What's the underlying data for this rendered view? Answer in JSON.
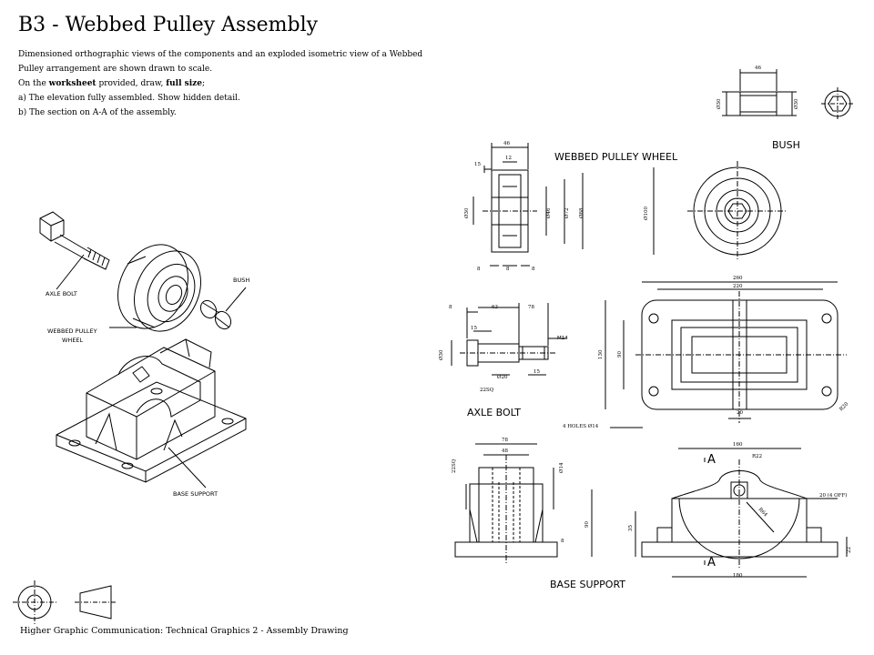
{
  "title": "B3 - Webbed Pulley Assembly",
  "intro": {
    "line1": "Dimensioned orthographic views of the components and an exploded isometric view of a Webbed",
    "line2": "Pulley arrangement are shown drawn to scale.",
    "line3_pre": "On the ",
    "line3_b1": "worksheet",
    "line3_mid": " provided, draw, ",
    "line3_b2": "full size",
    "line3_post": ";",
    "line4": "a) The elevation fully assembled. Show hidden detail.",
    "line5": "b) The section on A-A of the assembly."
  },
  "footer": "Higher Graphic Communication: Technical Graphics 2 - Assembly Drawing",
  "iso": {
    "axle_bolt": "AXLE BOLT",
    "wheel_1": "WEBBED PULLEY",
    "wheel_2": "WHEEL",
    "bush": "BUSH",
    "base": "BASE SUPPORT"
  },
  "views": {
    "wheel": "WEBBED PULLEY WHEEL",
    "bush": "BUSH",
    "axle": "AXLE BOLT",
    "base": "BASE SUPPORT"
  },
  "dims": {
    "wheel": {
      "d46": "46",
      "d15": "15",
      "d12": "12",
      "d30": "Ø30",
      "d46b": "Ø46",
      "d72": "Ø72",
      "d88": "Ø88",
      "d8a": "8",
      "d8b": "8",
      "d8c": "8",
      "d100": "Ø100"
    },
    "bush": {
      "d46": "46",
      "d30a": "Ø30",
      "d30b": "Ø30"
    },
    "axle": {
      "d8": "8",
      "d63": "63",
      "d78": "78",
      "d15": "15",
      "m14": "M14",
      "d30": "Ø30",
      "d20": "Ø20",
      "d15b": "15",
      "d22": "22SQ"
    },
    "plan": {
      "d260": "260",
      "d220": "220",
      "d130": "130",
      "d90": "90",
      "d20": "20",
      "r20": "R20",
      "holes": "4 HOLES Ø14"
    },
    "base_end": {
      "d78": "78",
      "d48": "48",
      "d22": "22SQ",
      "d14": "Ø14",
      "d90": "90",
      "d8": "8"
    },
    "base_elev": {
      "d160": "160",
      "r22": "R22",
      "d20off": "20 (4 OFF)",
      "r64": "R64",
      "d35": "35",
      "d22": "22",
      "d180": "180",
      "a1": "A",
      "a2": "A"
    }
  }
}
